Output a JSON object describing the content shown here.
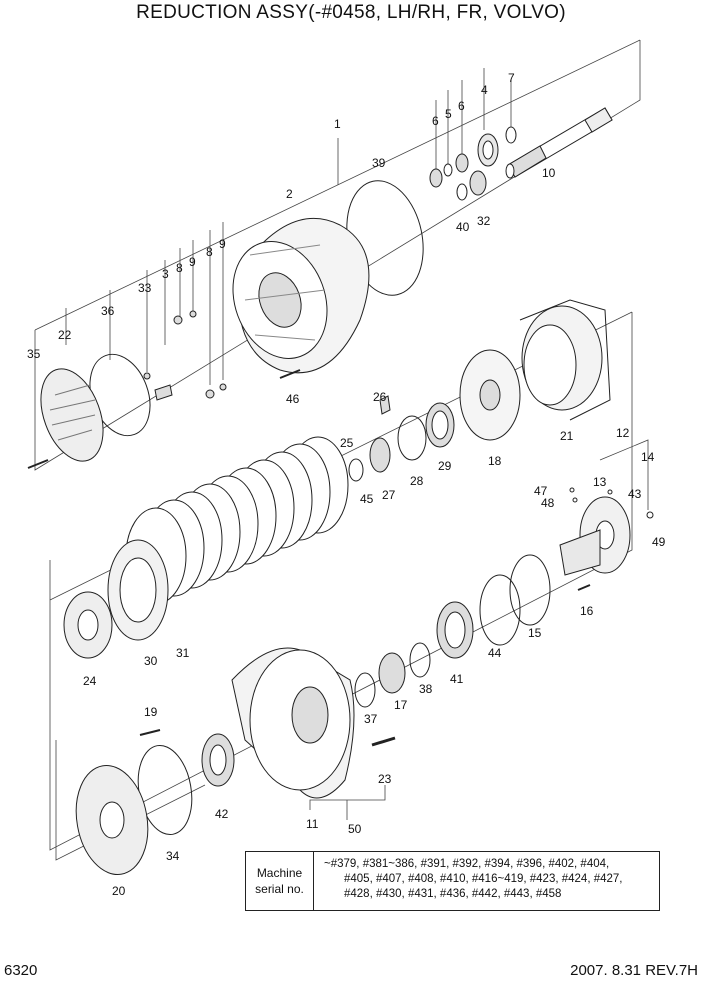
{
  "title": "REDUCTION ASSY(-#0458, LH/RH, FR, VOLVO)",
  "callouts": [
    {
      "id": "c1",
      "label": "1"
    },
    {
      "id": "c2",
      "label": "2"
    },
    {
      "id": "c3",
      "label": "3"
    },
    {
      "id": "c4",
      "label": "4"
    },
    {
      "id": "c5",
      "label": "5"
    },
    {
      "id": "c6a",
      "label": "6"
    },
    {
      "id": "c6b",
      "label": "6"
    },
    {
      "id": "c7",
      "label": "7"
    },
    {
      "id": "c8a",
      "label": "8"
    },
    {
      "id": "c8b",
      "label": "8"
    },
    {
      "id": "c9a",
      "label": "9"
    },
    {
      "id": "c9b",
      "label": "9"
    },
    {
      "id": "c10",
      "label": "10"
    },
    {
      "id": "c11",
      "label": "11"
    },
    {
      "id": "c12",
      "label": "12"
    },
    {
      "id": "c13",
      "label": "13"
    },
    {
      "id": "c14",
      "label": "14"
    },
    {
      "id": "c15",
      "label": "15"
    },
    {
      "id": "c16",
      "label": "16"
    },
    {
      "id": "c17",
      "label": "17"
    },
    {
      "id": "c18",
      "label": "18"
    },
    {
      "id": "c19",
      "label": "19"
    },
    {
      "id": "c20",
      "label": "20"
    },
    {
      "id": "c21",
      "label": "21"
    },
    {
      "id": "c22",
      "label": "22"
    },
    {
      "id": "c23",
      "label": "23"
    },
    {
      "id": "c24",
      "label": "24"
    },
    {
      "id": "c25",
      "label": "25"
    },
    {
      "id": "c26",
      "label": "26"
    },
    {
      "id": "c27",
      "label": "27"
    },
    {
      "id": "c28",
      "label": "28"
    },
    {
      "id": "c29",
      "label": "29"
    },
    {
      "id": "c30",
      "label": "30"
    },
    {
      "id": "c31",
      "label": "31"
    },
    {
      "id": "c32",
      "label": "32"
    },
    {
      "id": "c33",
      "label": "33"
    },
    {
      "id": "c34",
      "label": "34"
    },
    {
      "id": "c35",
      "label": "35"
    },
    {
      "id": "c36",
      "label": "36"
    },
    {
      "id": "c37",
      "label": "37"
    },
    {
      "id": "c38",
      "label": "38"
    },
    {
      "id": "c39",
      "label": "39"
    },
    {
      "id": "c40",
      "label": "40"
    },
    {
      "id": "c41",
      "label": "41"
    },
    {
      "id": "c42",
      "label": "42"
    },
    {
      "id": "c43",
      "label": "43"
    },
    {
      "id": "c44",
      "label": "44"
    },
    {
      "id": "c45",
      "label": "45"
    },
    {
      "id": "c46",
      "label": "46"
    },
    {
      "id": "c47",
      "label": "47"
    },
    {
      "id": "c48",
      "label": "48"
    },
    {
      "id": "c49",
      "label": "49"
    },
    {
      "id": "c50",
      "label": "50"
    }
  ],
  "serial_table": {
    "label_line1": "Machine",
    "label_line2": "serial no.",
    "line1": "~#379, #381~386, #391, #392, #394, #396, #402, #404,",
    "line2": "#405, #407, #408, #410, #416~419, #423, #424, #427,",
    "line3": "#428, #430, #431, #436, #442, #443, #458"
  },
  "footer": {
    "page_number": "6320",
    "revision": "2007. 8.31  REV.7H"
  }
}
